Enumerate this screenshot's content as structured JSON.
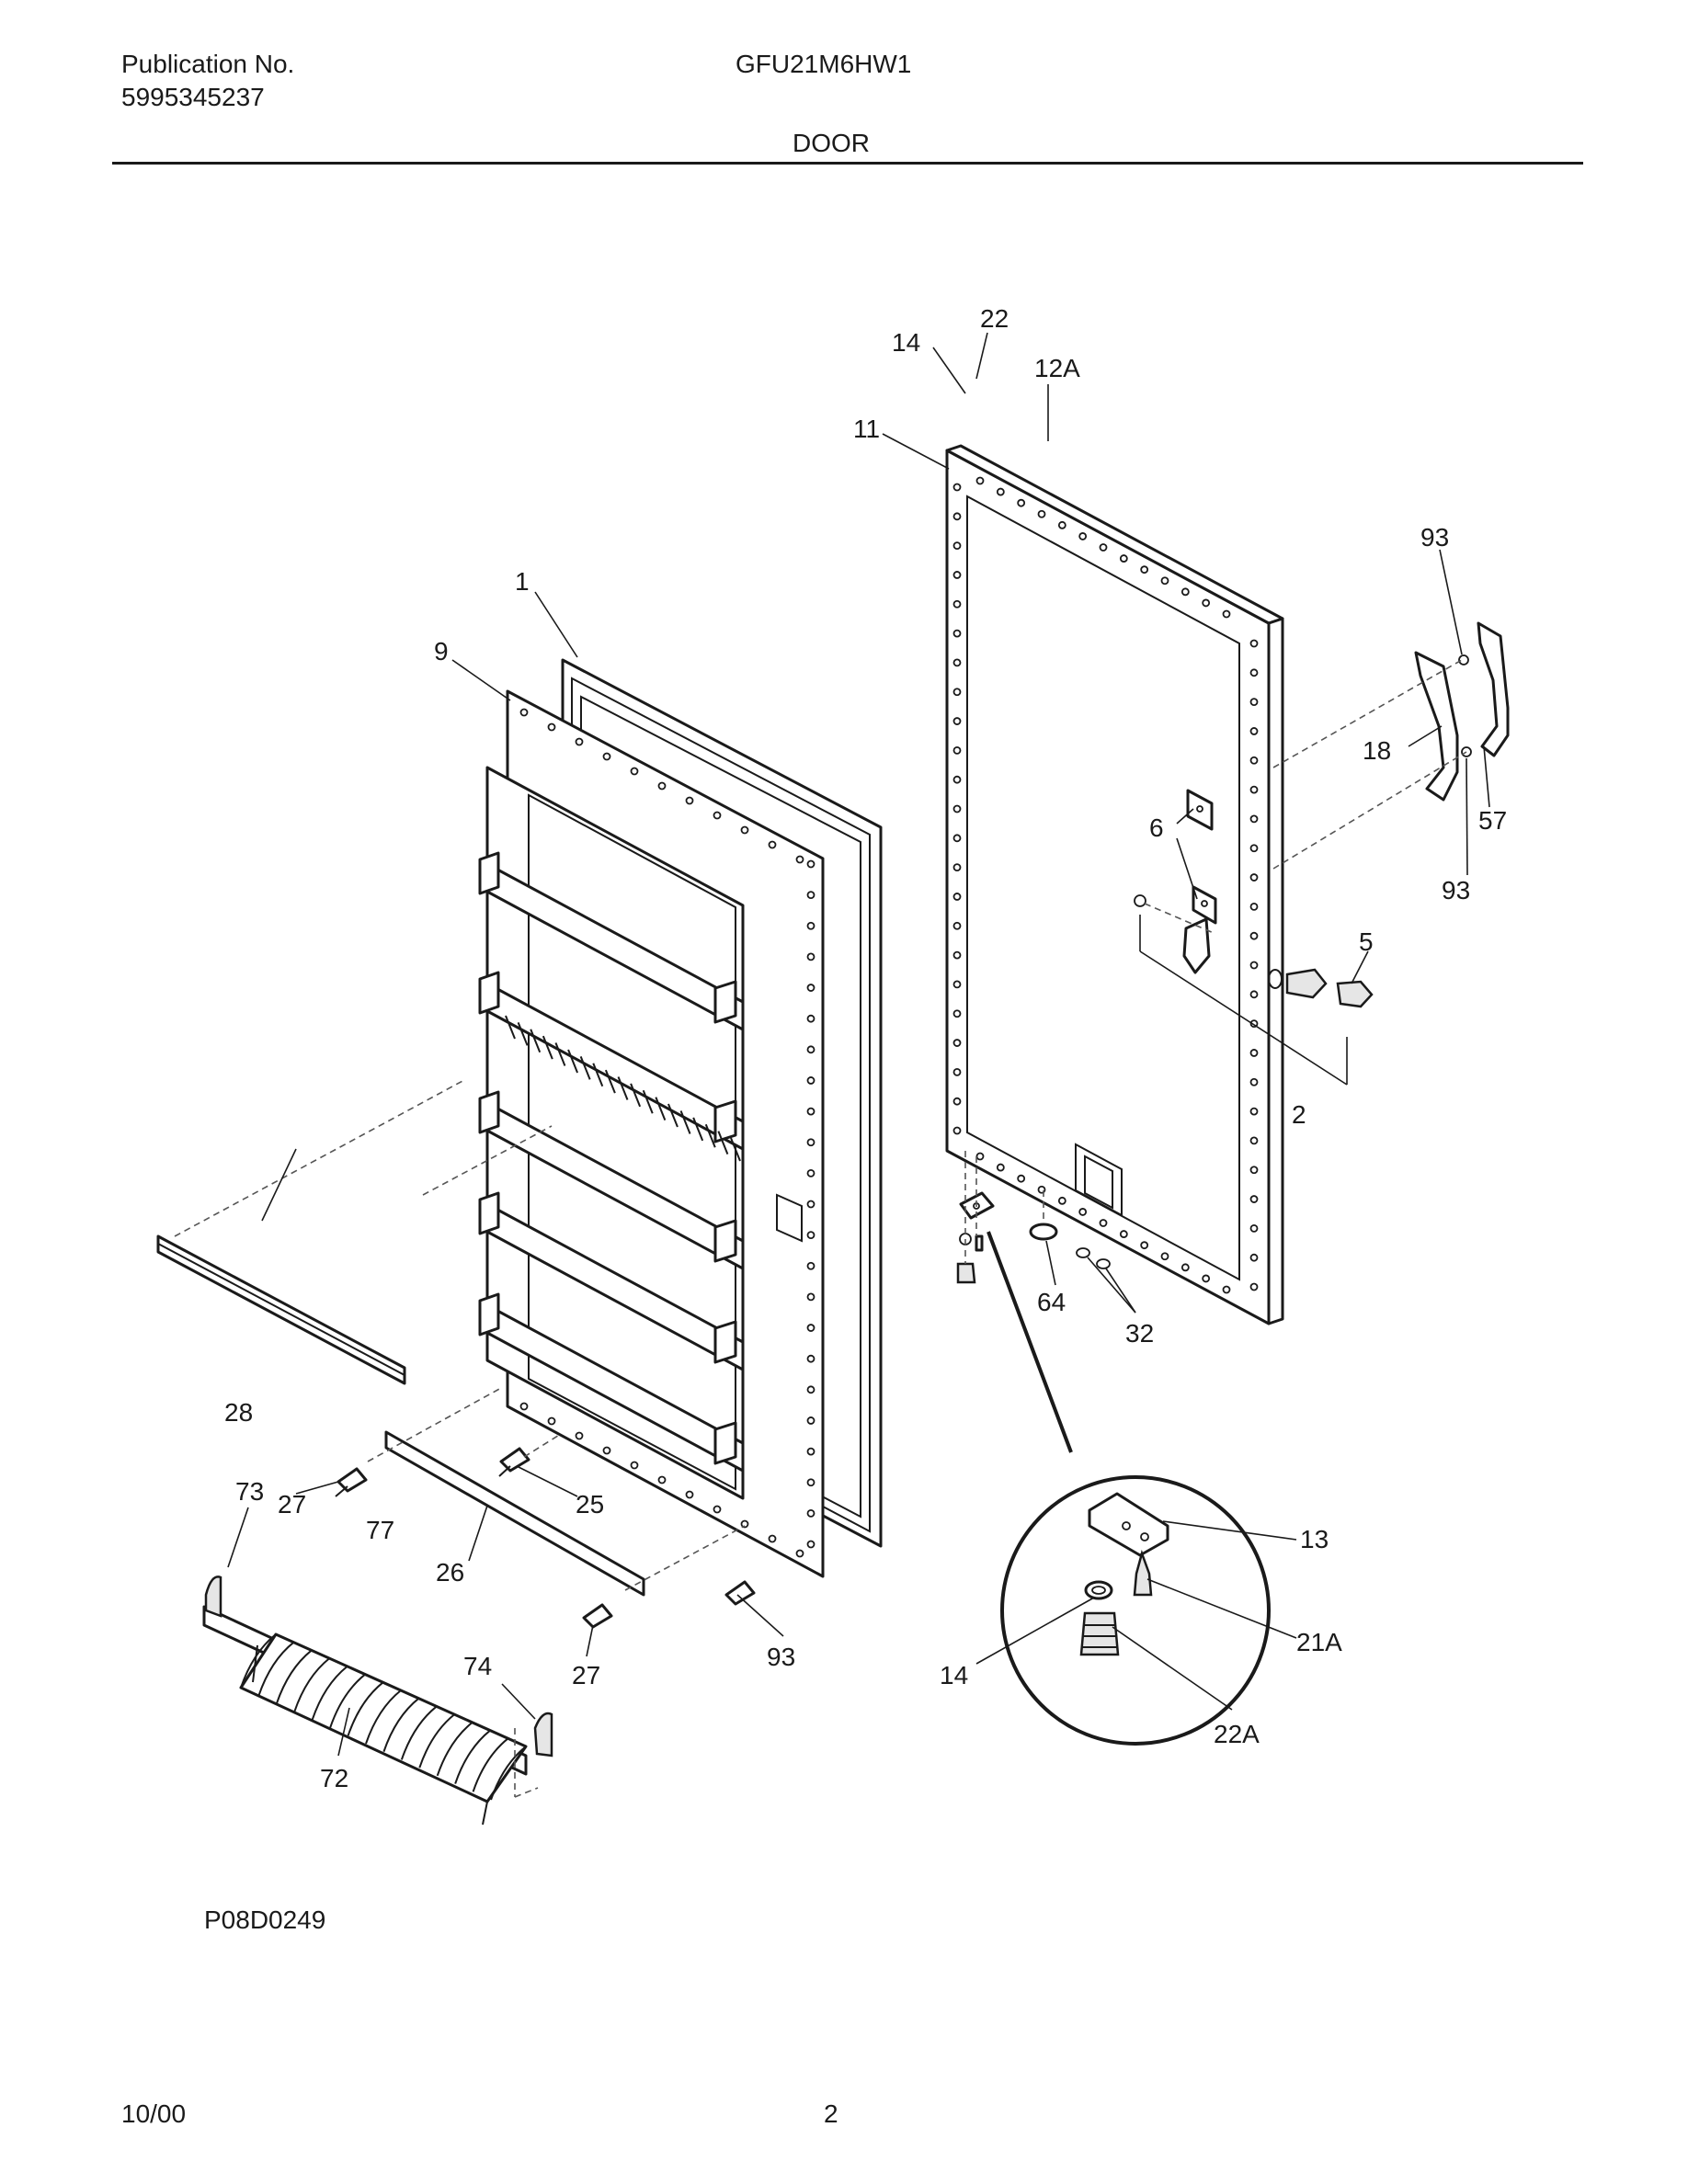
{
  "header": {
    "publication_label": "Publication No.",
    "publication_number": "5995345237",
    "model": "GFU21M6HW1",
    "section_title": "DOOR"
  },
  "footer": {
    "date": "10/00",
    "page_number": "2"
  },
  "diagram": {
    "drawing_code": "P08D0249",
    "callouts": [
      "22",
      "14",
      "12A",
      "11",
      "93",
      "1",
      "9",
      "18",
      "57",
      "6",
      "93",
      "5",
      "2",
      "64",
      "32",
      "28",
      "27",
      "73",
      "77",
      "25",
      "26",
      "13",
      "27",
      "93",
      "74",
      "14",
      "21A",
      "72",
      "22A"
    ]
  }
}
